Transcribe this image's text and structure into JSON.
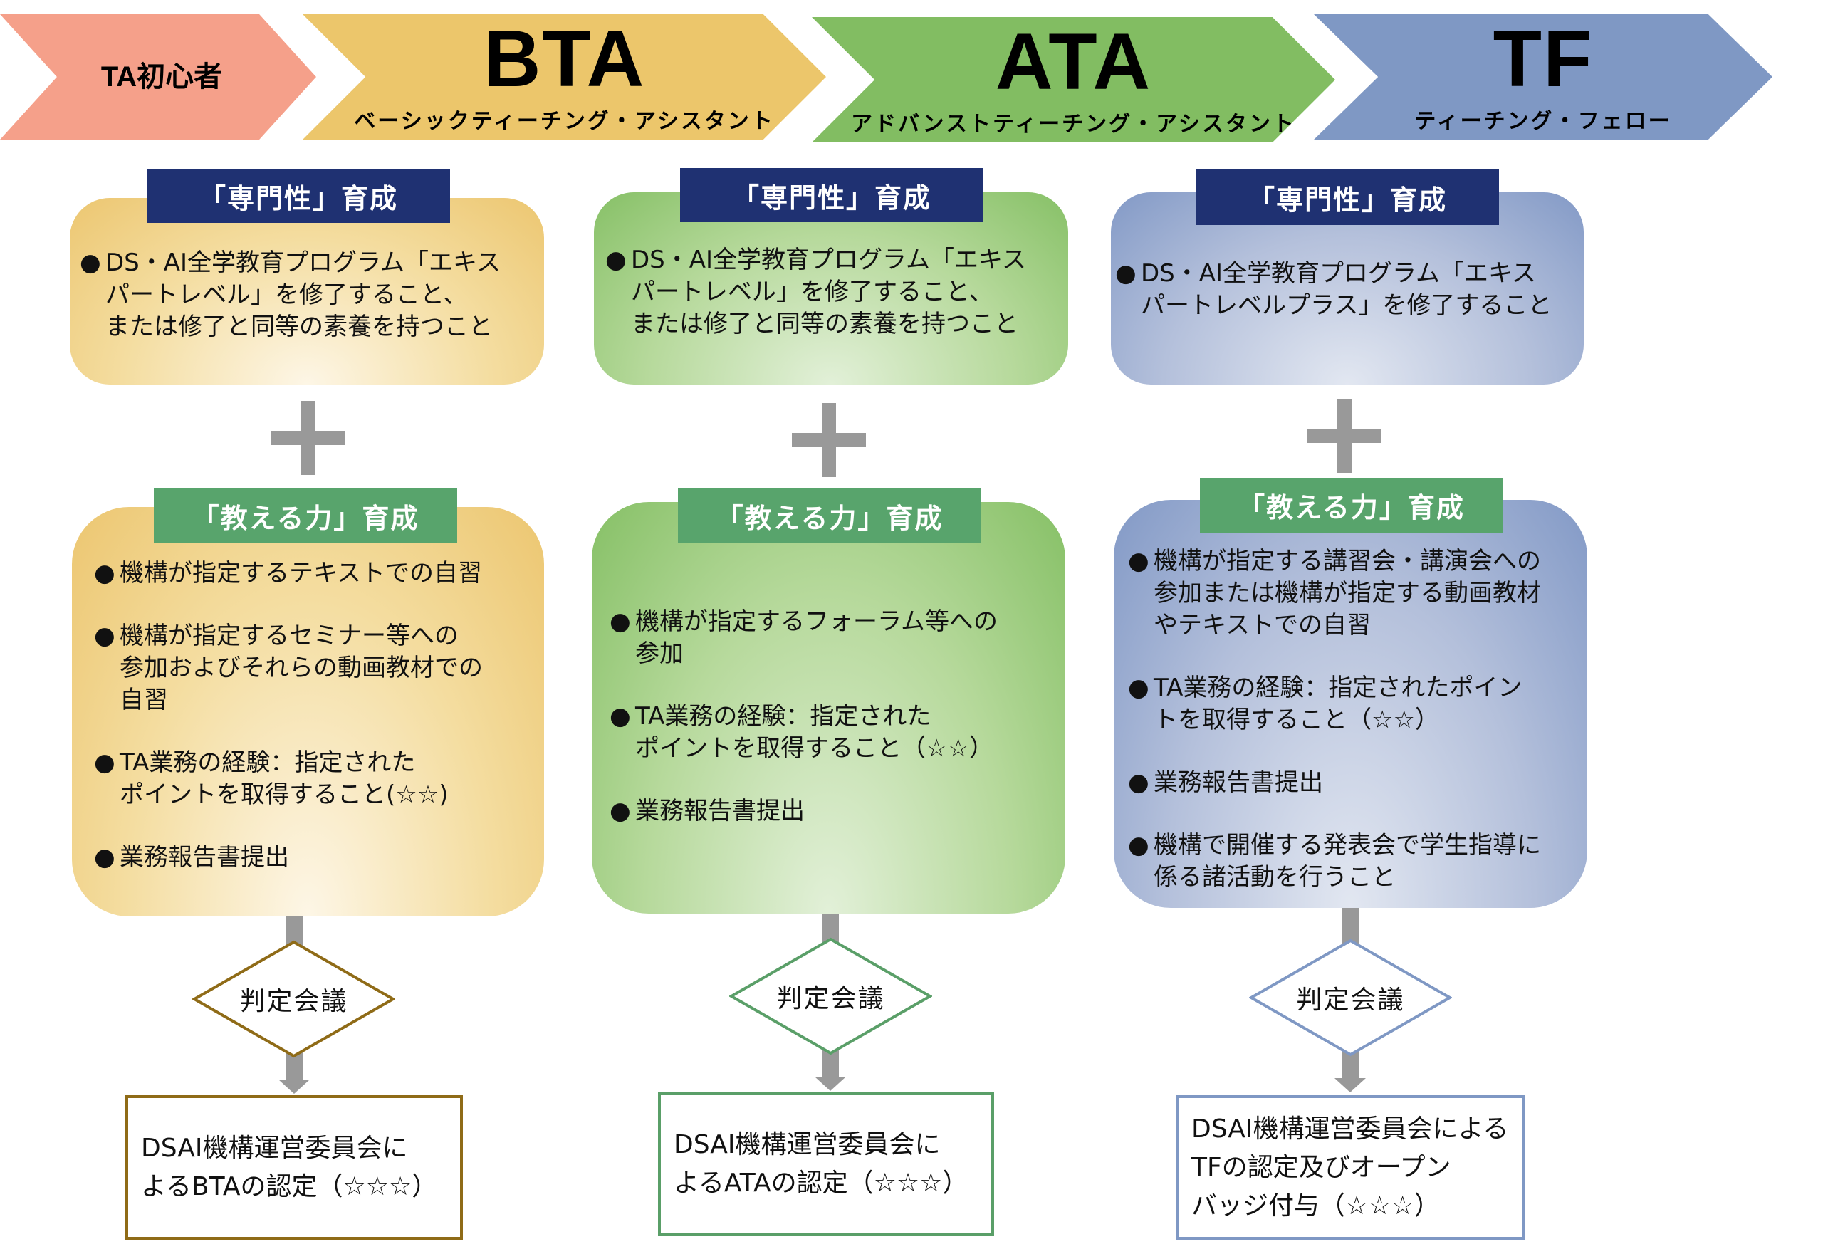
{
  "stages": [
    {
      "id": "beginner",
      "title": "TA初心者",
      "subtitle": "",
      "color": "#f5a08a"
    },
    {
      "id": "bta",
      "title": "BTA",
      "subtitle": "ベーシックティーチング・アシスタント",
      "color": "#ecc66b"
    },
    {
      "id": "ata",
      "title": "ATA",
      "subtitle": "アドバンストティーチング・アシスタント",
      "color": "#82bd62"
    },
    {
      "id": "tf",
      "title": "TF",
      "subtitle": "ティーチング・フェロー",
      "color": "#7f98c4"
    }
  ],
  "columns": [
    {
      "stage": "BTA",
      "expertise": {
        "header": "「専門性」育成",
        "lines": [
          "DS・AI全学教育プログラム「エキス",
          "パートレベル」を修了すること、",
          "または修了と同等の素養を持つこと"
        ]
      },
      "plus": "+",
      "teaching": {
        "header": "「教える力」育成",
        "items": [
          [
            "機構が指定するテキストでの自習"
          ],
          [
            "機構が指定するセミナー等への",
            "参加およびそれらの動画教材での",
            "自習"
          ],
          [
            "TA業務の経験：指定された",
            "ポイントを取得すること(☆☆)"
          ],
          [
            "業務報告書提出"
          ]
        ]
      },
      "decision": "判定会議",
      "certification": [
        "DSAI機構運営委員会に",
        "よるBTAの認定（☆☆☆）"
      ],
      "accent": "#8f6b17"
    },
    {
      "stage": "ATA",
      "expertise": {
        "header": "「専門性」育成",
        "lines": [
          "DS・AI全学教育プログラム「エキス",
          "パートレベル」を修了すること、",
          "または修了と同等の素養を持つこと"
        ]
      },
      "plus": "+",
      "teaching": {
        "header": "「教える力」育成",
        "items": [
          [
            "機構が指定するフォーラム等への",
            "参加"
          ],
          [
            "TA業務の経験：指定された",
            "ポイントを取得すること（☆☆）"
          ],
          [
            "業務報告書提出"
          ]
        ]
      },
      "decision": "判定会議",
      "certification": [
        "DSAI機構運営委員会に",
        "よるATAの認定（☆☆☆）"
      ],
      "accent": "#5a9f68"
    },
    {
      "stage": "TF",
      "expertise": {
        "header": "「専門性」育成",
        "lines": [
          "DS・AI全学教育プログラム「エキス",
          "パートレベルプラス」を修了すること"
        ]
      },
      "plus": "+",
      "teaching": {
        "header": "「教える力」育成",
        "items": [
          [
            "機構が指定する講習会・講演会への",
            "参加または機構が指定する動画教材",
            "やテキストでの自習"
          ],
          [
            "TA業務の経験：指定されたポイン",
            "トを取得すること（☆☆）"
          ],
          [
            "業務報告書提出"
          ],
          [
            "機構で開催する発表会で学生指導に",
            "係る諸活動を行うこと"
          ]
        ]
      },
      "decision": "判定会議",
      "certification": [
        "DSAI機構運営委員会による",
        "TFの認定及びオープン",
        "バッジ付与（☆☆☆）"
      ],
      "accent": "#7f98c4"
    }
  ],
  "colors": {
    "header_expertise": "#1f3172",
    "header_teaching": "#58a46c",
    "connector": "#999999"
  }
}
